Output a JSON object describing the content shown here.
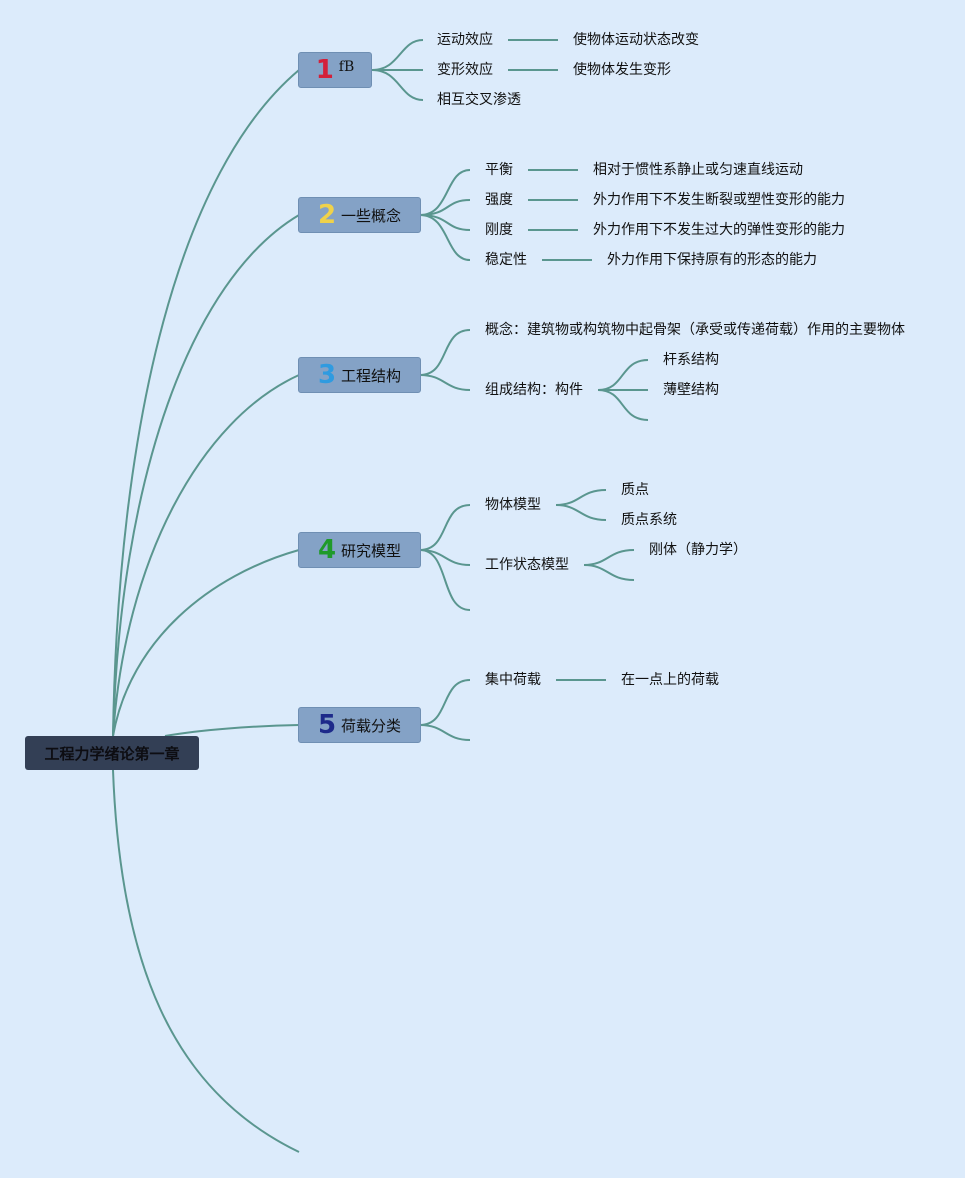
{
  "root": {
    "label": "工程力学绪论第一章"
  },
  "colors": {
    "background": "#dcebfb",
    "link": "#5a968f",
    "topic_fill": "#84a2c6",
    "root_fill": "#333f55",
    "num1": "#d3203a",
    "num2": "#f0d24a",
    "num3": "#2f9be0",
    "num4": "#1f9a2a",
    "num5": "#1d2a8a"
  },
  "topics": [
    {
      "marker": "1-icon",
      "number": "1",
      "label": "fB",
      "children": [
        {
          "label": "运动效应",
          "note": "使物体运动状态改变"
        },
        {
          "label": "变形效应",
          "note": "使物体发生变形"
        },
        {
          "label": "相互交叉渗透"
        }
      ]
    },
    {
      "marker": "2-icon",
      "number": "2",
      "label": "一些概念",
      "children": [
        {
          "label": "平衡",
          "note": "相对于惯性系静止或匀速直线运动"
        },
        {
          "label": "强度",
          "note": "外力作用下不发生断裂或塑性变形的能力"
        },
        {
          "label": "刚度",
          "note": "外力作用下不发生过大的弹性变形的能力"
        },
        {
          "label": "稳定性",
          "note": "外力作用下保持原有的形态的能力"
        }
      ]
    },
    {
      "marker": "3-icon",
      "number": "3",
      "label": "工程结构",
      "children": [
        {
          "label": "概念：建筑物或构筑物中起骨架（承受或传递荷载）作用的主要物体"
        },
        {
          "label": "组成结构：构件",
          "children": [
            "杆系结构",
            "薄壁结构",
            ""
          ]
        }
      ]
    },
    {
      "marker": "4-icon",
      "number": "4",
      "label": "研究模型",
      "children": [
        {
          "label": "物体模型",
          "children": [
            "质点",
            "质点系统"
          ]
        },
        {
          "label": "工作状态模型",
          "children": [
            "刚体（静力学）",
            ""
          ]
        },
        {
          "label": ""
        }
      ]
    },
    {
      "marker": "5-icon",
      "number": "5",
      "label": "荷载分类",
      "children": [
        {
          "label": "集中荷载",
          "note": "在一点上的荷载"
        },
        {
          "label": ""
        }
      ]
    }
  ]
}
